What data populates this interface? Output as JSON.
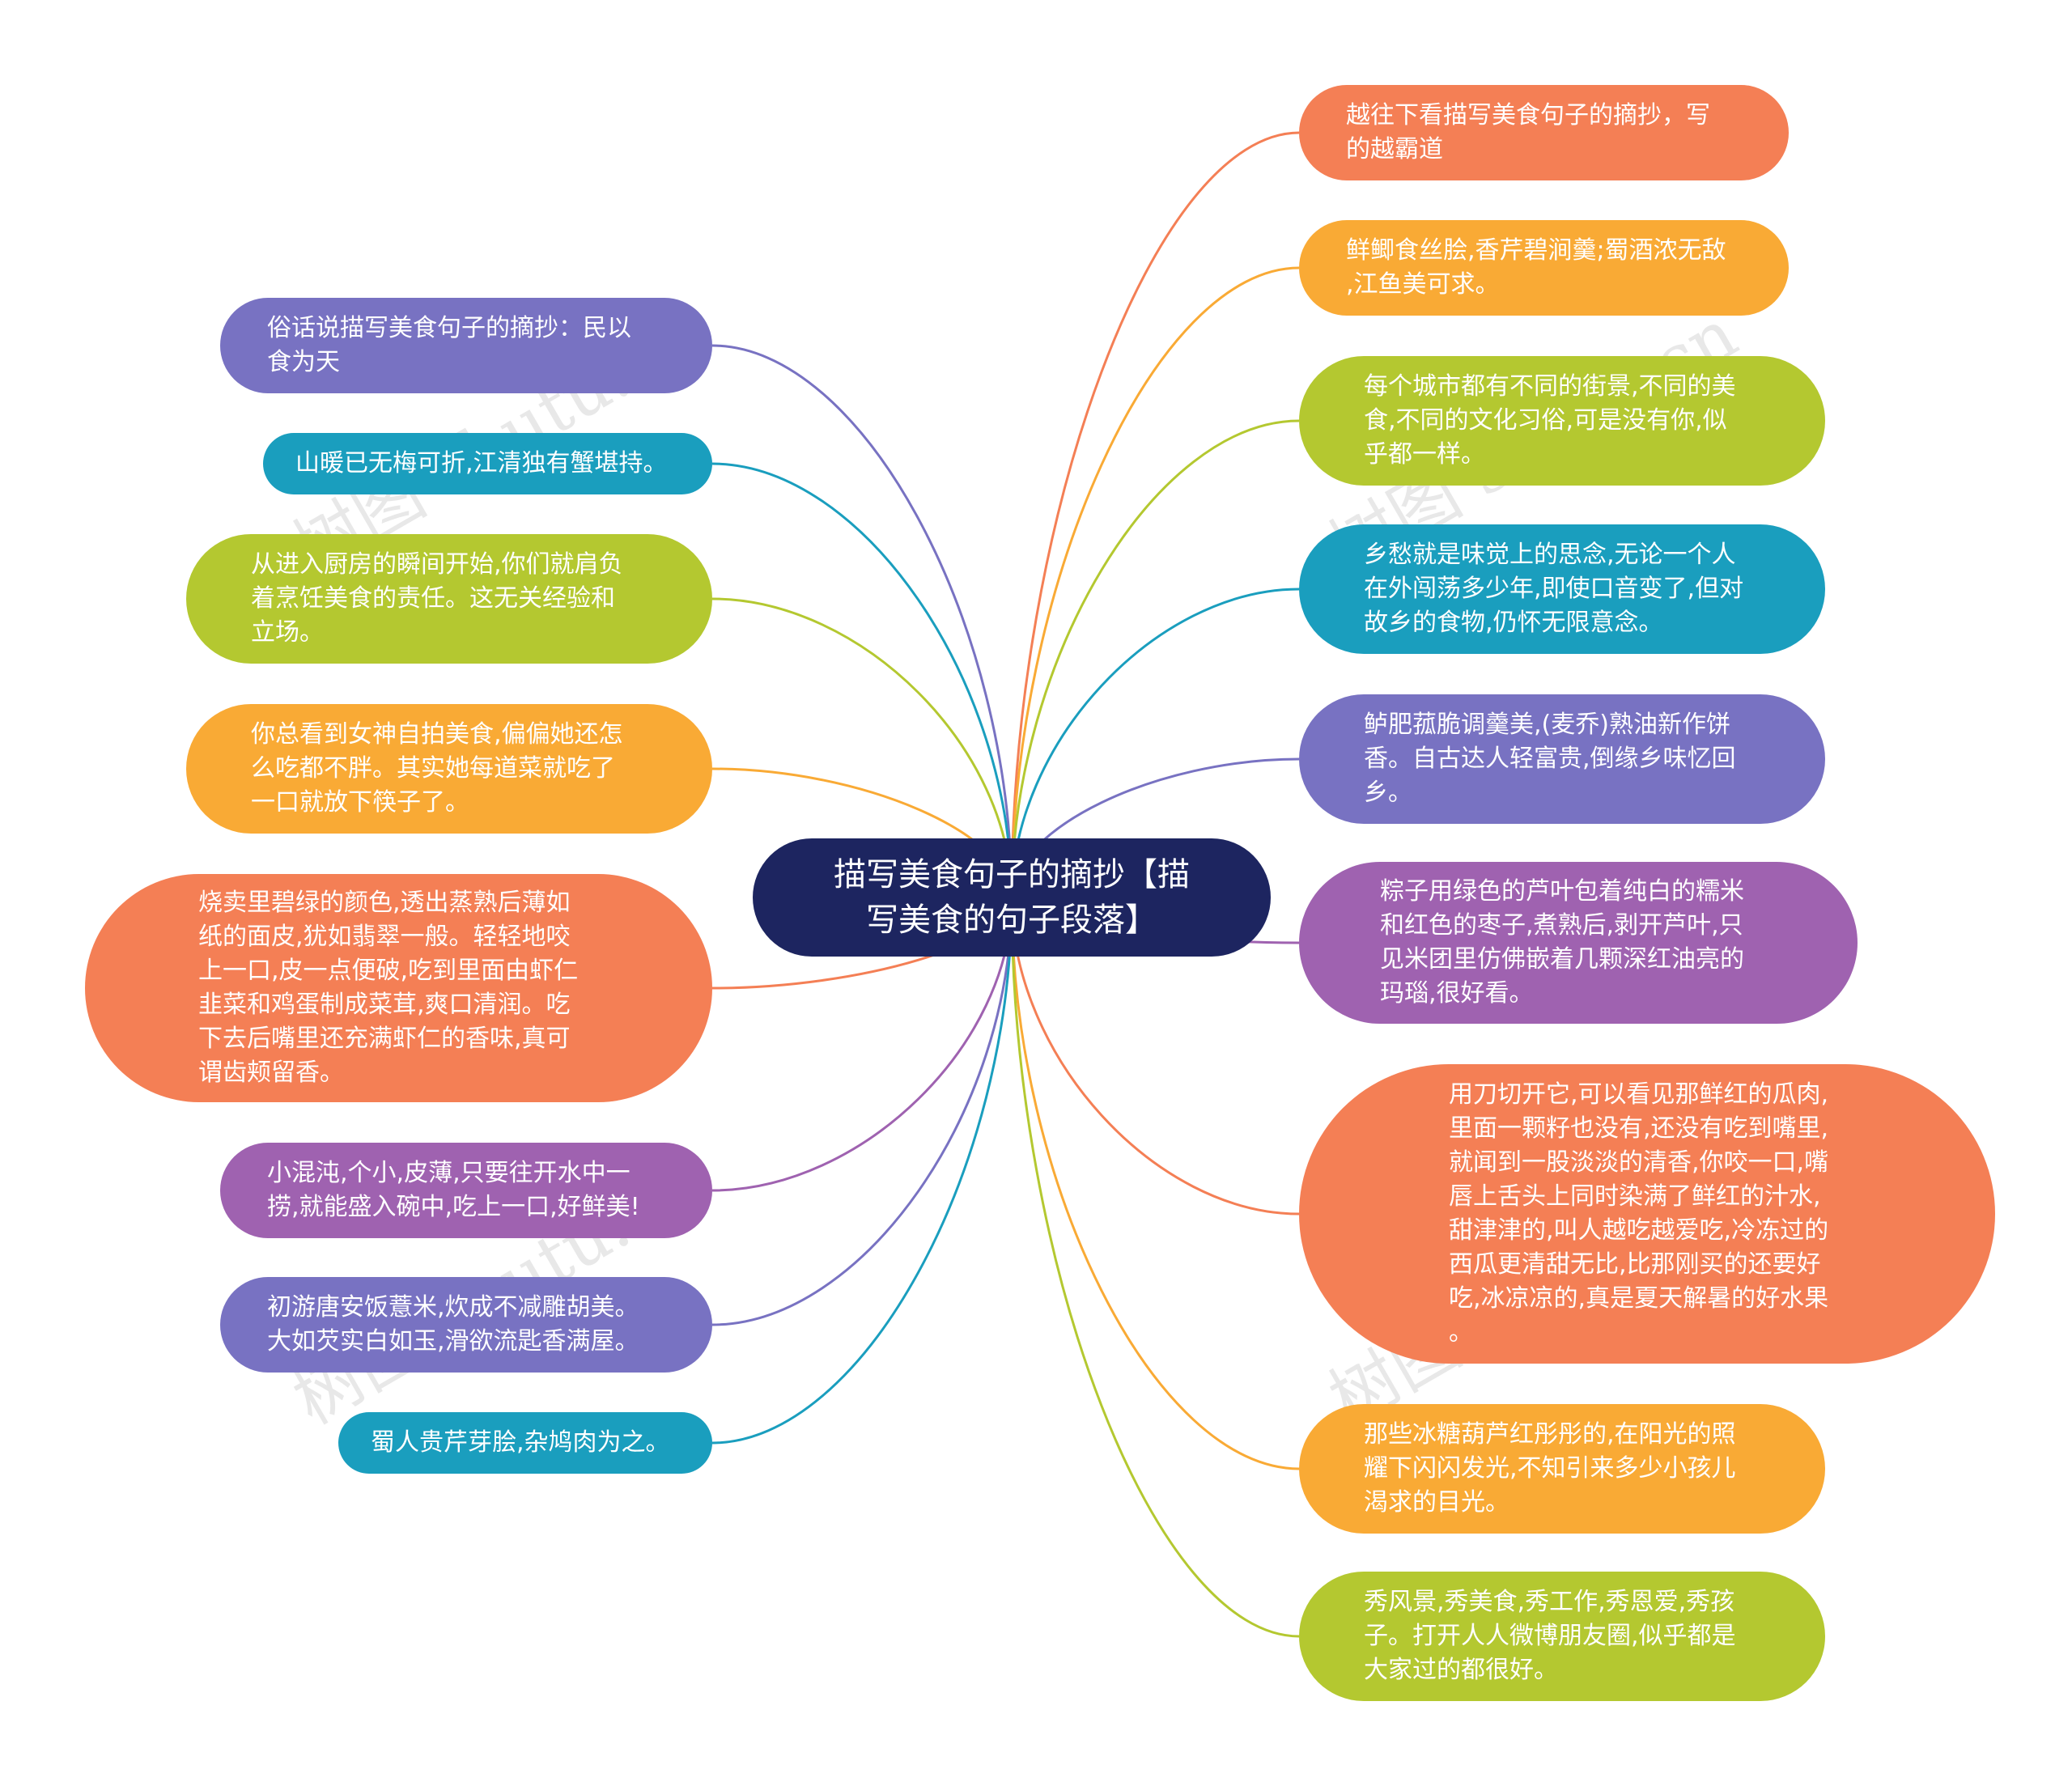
{
  "center": {
    "text": "描写美食句子的摘抄【描\n写美食的句子段落】",
    "color": "#1d2560"
  },
  "colors": {
    "orange": "#f47f55",
    "amber": "#f9aa35",
    "lime": "#b4c830",
    "teal": "#1a9ebe",
    "indigo": "#7872c2",
    "purple": "#9f62b0"
  },
  "left_nodes": [
    {
      "text": "俗话说描写美食句子的摘抄：民以\n食为天",
      "color": "#7872c2"
    },
    {
      "text": "山暖已无梅可折,江清独有蟹堪持。",
      "color": "#1a9ebe"
    },
    {
      "text": "从进入厨房的瞬间开始,你们就肩负\n着烹饪美食的责任。这无关经验和\n立场。",
      "color": "#b4c830"
    },
    {
      "text": "你总看到女神自拍美食,偏偏她还怎\n么吃都不胖。其实她每道菜就吃了\n一口就放下筷子了。",
      "color": "#f9aa35"
    },
    {
      "text": "烧卖里碧绿的颜色,透出蒸熟后薄如\n纸的面皮,犹如翡翠一般。轻轻地咬\n上一口,皮一点便破,吃到里面由虾仁\n韭菜和鸡蛋制成菜茸,爽口清润。吃\n下去后嘴里还充满虾仁的香味,真可\n谓齿颊留香。",
      "color": "#f47f55"
    },
    {
      "text": "小混沌,个小,皮薄,只要往开水中一\n捞,就能盛入碗中,吃上一口,好鲜美!",
      "color": "#9f62b0"
    },
    {
      "text": "初游唐安饭薏米,炊成不减雕胡美。\n大如芡实白如玉,滑欲流匙香满屋。",
      "color": "#7872c2"
    },
    {
      "text": "蜀人贵芹芽脍,杂鸠肉为之。",
      "color": "#1a9ebe"
    }
  ],
  "right_nodes": [
    {
      "text": "越往下看描写美食句子的摘抄，写\n的越霸道",
      "color": "#f47f55"
    },
    {
      "text": "鲜鲫食丝脍,香芹碧涧羹;蜀酒浓无敌\n,江鱼美可求。",
      "color": "#f9aa35"
    },
    {
      "text": "每个城市都有不同的街景,不同的美\n食,不同的文化习俗,可是没有你,似\n乎都一样。",
      "color": "#b4c830"
    },
    {
      "text": "乡愁就是味觉上的思念,无论一个人\n在外闯荡多少年,即使口音变了,但对\n故乡的食物,仍怀无限意念。",
      "color": "#1a9ebe"
    },
    {
      "text": "鲈肥菰脆调羹美,(麦乔)熟油新作饼\n香。自古达人轻富贵,倒缘乡味忆回\n乡。",
      "color": "#7872c2"
    },
    {
      "text": "粽子用绿色的芦叶包着纯白的糯米\n和红色的枣子,煮熟后,剥开芦叶,只\n见米团里仿佛嵌着几颗深红油亮的\n玛瑙,很好看。",
      "color": "#9f62b0"
    },
    {
      "text": "用刀切开它,可以看见那鲜红的瓜肉,\n里面一颗籽也没有,还没有吃到嘴里,\n就闻到一股淡淡的清香,你咬一口,嘴\n唇上舌头上同时染满了鲜红的汁水,\n甜津津的,叫人越吃越爱吃,冷冻过的\n西瓜更清甜无比,比那刚买的还要好\n吃,冰凉凉的,真是夏天解暑的好水果\n。",
      "color": "#f47f55"
    },
    {
      "text": "那些冰糖葫芦红彤彤的,在阳光的照\n耀下闪闪发光,不知引来多少小孩儿\n渴求的目光。",
      "color": "#f9aa35"
    },
    {
      "text": "秀风景,秀美食,秀工作,秀恩爱,秀孩\n子。打开人人微博朋友圈,似乎都是\n大家过的都很好。",
      "color": "#b4c830"
    }
  ],
  "watermarks": [
    "树图 shutu.cn",
    "树图 shutu.cn",
    "树图 shutu.cn",
    "树图 shutu.cn"
  ]
}
